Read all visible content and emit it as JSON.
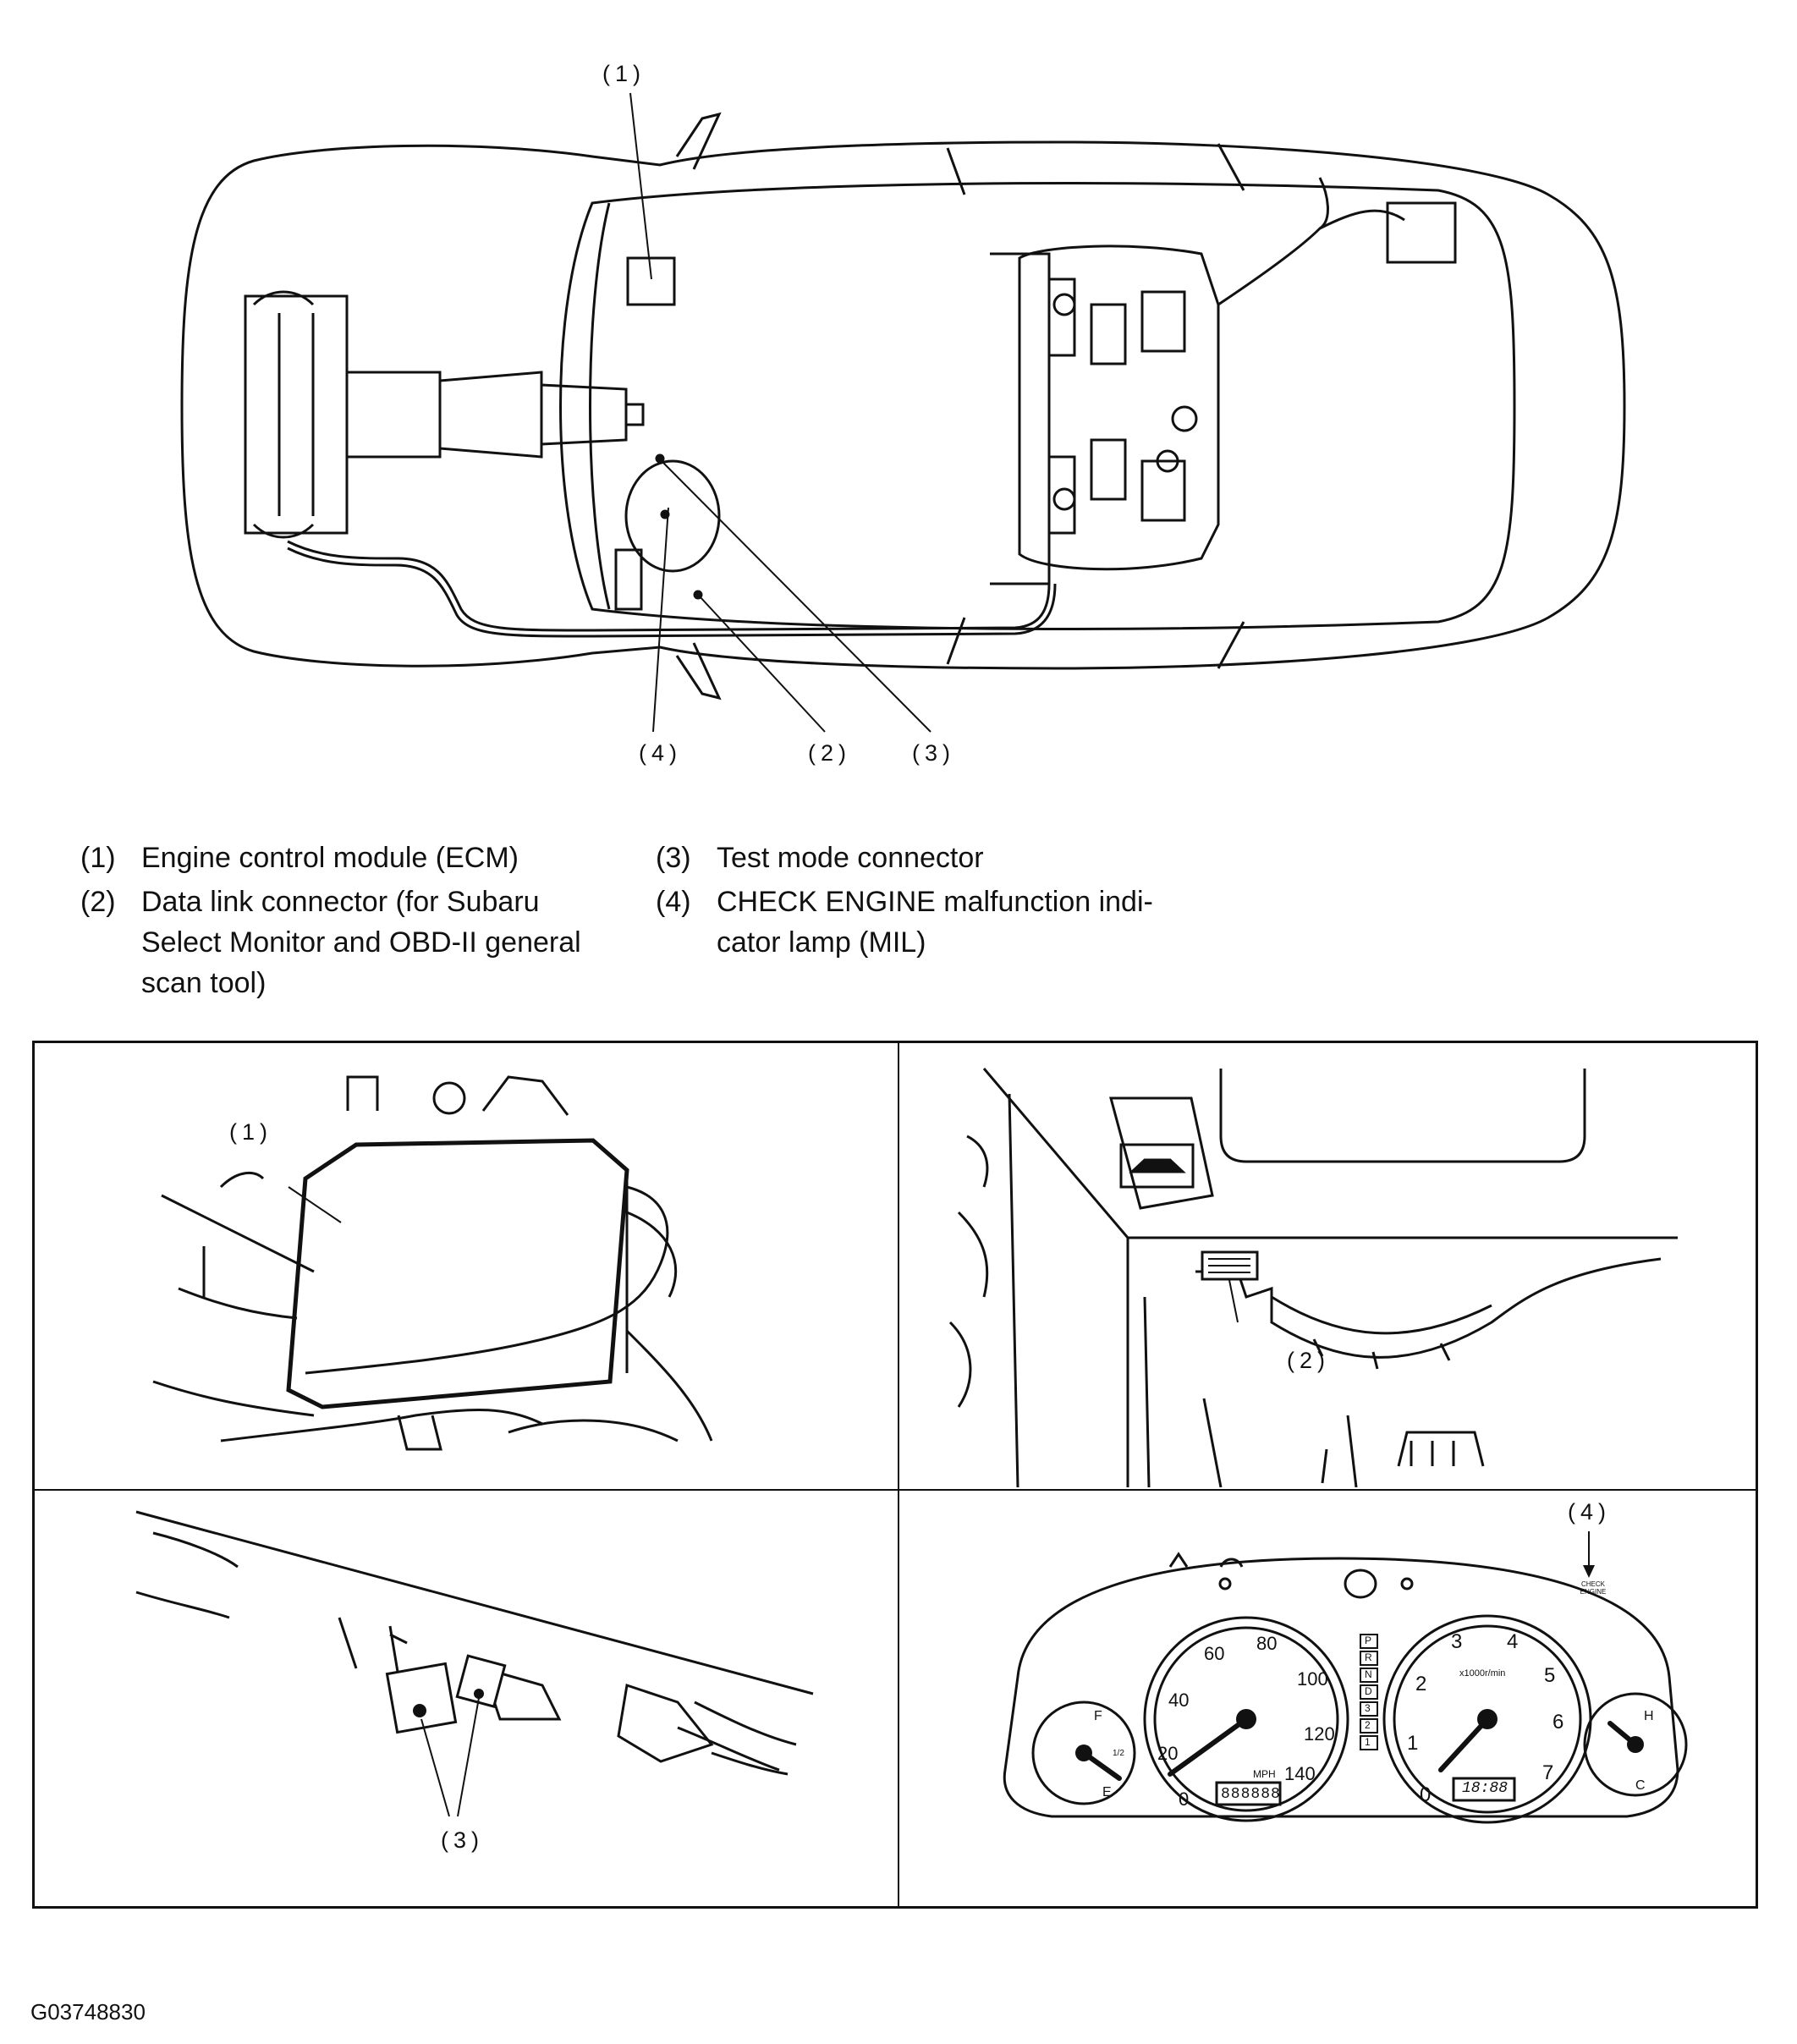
{
  "overview": {
    "callouts": [
      "(1)",
      "(4)",
      "(2)",
      "(3)"
    ]
  },
  "legend": [
    {
      "num": "(1)",
      "text": "Engine control module (ECM)"
    },
    {
      "num": "(2)",
      "text": "Data link connector (for Subaru\nSelect Monitor and OBD-II general\nscan tool)"
    },
    {
      "num": "(3)",
      "text": "Test mode connector"
    },
    {
      "num": "(4)",
      "text": "CHECK ENGINE malfunction indi-\ncator lamp (MIL)"
    }
  ],
  "panels": {
    "ecm": {
      "callout": "(1)"
    },
    "dlc": {
      "callout": "(2)"
    },
    "test_mode": {
      "callout": "(3)"
    },
    "cluster": {
      "callout": "(4)",
      "check_engine": "CHECK ENGINE",
      "speedo_numbers": [
        "0",
        "20",
        "40",
        "60",
        "80",
        "100",
        "120",
        "140"
      ],
      "speedo_unit": "MPH",
      "tacho_numbers": [
        "0",
        "1",
        "2",
        "3",
        "4",
        "5",
        "6",
        "7"
      ],
      "tacho_unit": "x1000r/min",
      "odometer": "888888",
      "clock": "18:88",
      "gear_positions": [
        "P",
        "R",
        "N",
        "D",
        "3",
        "2",
        "1"
      ],
      "fuel_labels": [
        "F",
        "1/2",
        "E"
      ],
      "temp_labels": [
        "H",
        "C"
      ]
    }
  },
  "figure_id": "G03748830"
}
